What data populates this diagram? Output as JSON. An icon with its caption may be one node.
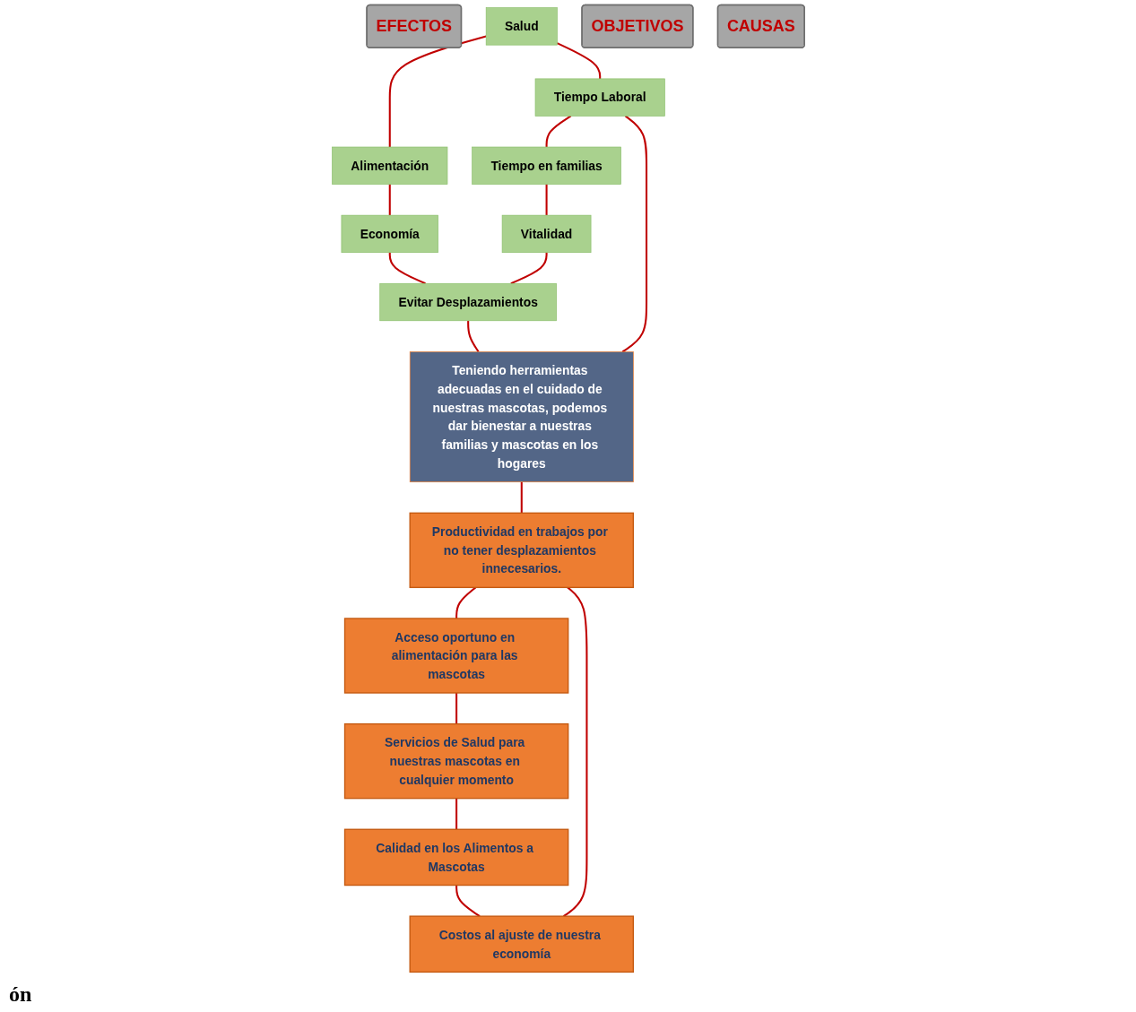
{
  "diagram": {
    "nodes": [
      {
        "text": [
          "EFECTOS"
        ]
      },
      {
        "text": [
          "Salud"
        ]
      },
      {
        "text": [
          "Alimentación"
        ]
      },
      {
        "text": [
          "Economía"
        ]
      },
      {
        "text": [
          "Tiempo Laboral"
        ]
      },
      {
        "text": [
          "Tiempo en familias"
        ]
      },
      {
        "text": [
          "Vitalidad"
        ]
      },
      {
        "text": [
          "Evitar Desplazamientos"
        ]
      },
      {
        "text": [
          "OBJETIVOS"
        ]
      },
      {
        "text": [
          "Teniendo herramientas adecuadas en el cuidado de nuestras mascotas, podemos dar bienestar a nuestras familias y mascotas en los hogares"
        ]
      },
      {
        "text": [
          "CAUSAS"
        ]
      },
      {
        "text": [
          "Productividad en trabajos por no tener desplazamientos innecesarios."
        ]
      },
      {
        "text": [
          "Acceso oportuno en alimentación para las mascotas"
        ]
      },
      {
        "text": [
          "Servicios de Salud para nuestras mascotas en cualquier momento"
        ]
      },
      {
        "text": [
          "Calidad en los Alimentos a Mascotas"
        ]
      },
      {
        "text": [
          "Costos al ajuste de nuestra economía"
        ]
      }
    ],
    "edges": [
      {
        "from": 1,
        "to": 2,
        "arrow": "none"
      },
      {
        "from": 2,
        "to": 3,
        "arrow": "none"
      },
      {
        "from": 1,
        "to": 4,
        "arrow": "none"
      },
      {
        "from": 3,
        "to": 7,
        "arrow": "none"
      },
      {
        "from": 4,
        "to": 5,
        "arrow": "none"
      },
      {
        "from": 5,
        "to": 6,
        "arrow": "none"
      },
      {
        "from": 6,
        "to": 7,
        "arrow": "none"
      },
      {
        "from": 4,
        "to": 9,
        "arrow": "none"
      },
      {
        "from": 7,
        "to": 9,
        "arrow": "none"
      },
      {
        "from": 9,
        "to": 11,
        "arrow": "none"
      },
      {
        "from": 11,
        "to": 12,
        "arrow": "none"
      },
      {
        "from": 11,
        "to": 15,
        "arrow": "none"
      },
      {
        "from": 12,
        "to": 13,
        "arrow": "none"
      },
      {
        "from": 13,
        "to": 14,
        "arrow": "none"
      },
      {
        "from": 14,
        "to": 15,
        "arrow": "none"
      }
    ],
    "labels": [
      "ón"
    ]
  }
}
